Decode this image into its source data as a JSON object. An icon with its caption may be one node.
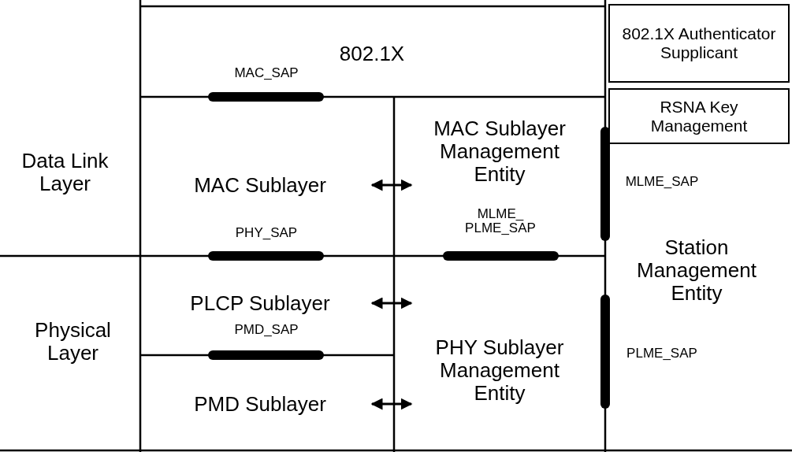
{
  "diagram": {
    "nodes": [
      {
        "text": [
          "802.1X"
        ]
      },
      {
        "text": [
          "MAC Sublayer"
        ]
      },
      {
        "text": [
          "MAC Sublayer Management Entity"
        ]
      },
      {
        "text": [
          "PLCP Sublayer"
        ]
      },
      {
        "text": [
          "PHY Sublayer Management Entity"
        ]
      },
      {
        "text": [
          "PMD Sublayer"
        ]
      },
      {
        "text": [
          "Station Management Entity"
        ]
      },
      {
        "text": [
          "802.1X Authenticator Supplicant"
        ]
      },
      {
        "text": [
          "RSNA Key Management"
        ]
      }
    ],
    "edges": [
      {
        "from": 1,
        "to": 2,
        "arrow": "both"
      },
      {
        "from": 3,
        "to": 4,
        "arrow": "both"
      },
      {
        "from": 5,
        "to": 4,
        "arrow": "both"
      }
    ],
    "labels": [
      "MAC_SAP",
      "Data Link Layer",
      "MLME_SAP",
      "PHY_SAP",
      "MLME_ PLME_SAP",
      "Physical Layer",
      "PMD_SAP",
      "PLME_SAP"
    ]
  }
}
